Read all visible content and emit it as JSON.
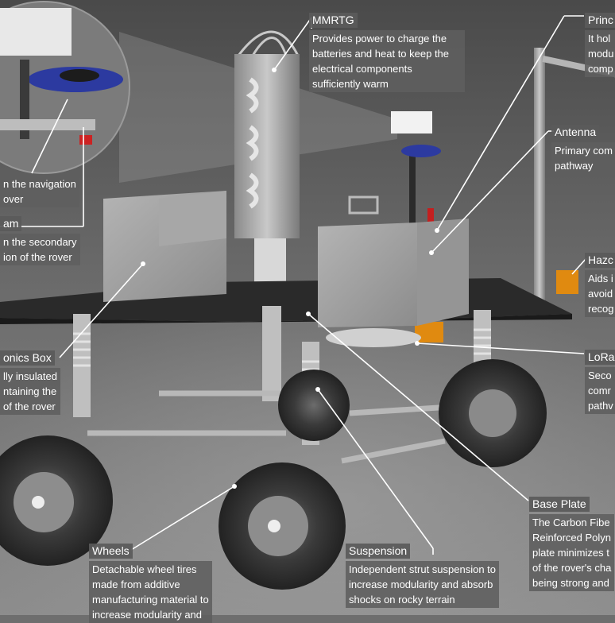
{
  "callouts": {
    "mmrtg": {
      "title": "MMRTG",
      "desc": "Provides power to charge the batteries and heat to keep the electrical components sufficiently warm"
    },
    "principal": {
      "title": "Princ",
      "desc": "It hol\nmodu\ncomp"
    },
    "navigation": {
      "desc": "n the navigation\nover"
    },
    "secondary_cam": {
      "title": "am",
      "desc": "n the secondary\nion of the rover"
    },
    "antenna": {
      "title": "Antenna",
      "desc": "Primary com\npathway"
    },
    "hazcam": {
      "title": "Hazc",
      "desc": "Aids i\navoid\nrecog"
    },
    "electronics_box": {
      "title": "onics Box",
      "desc": "lly insulated\nntaining the\nof the rover"
    },
    "lora": {
      "title": "LoRa",
      "desc": "Seco\ncomr\npathv"
    },
    "base_plate": {
      "title": "Base Plate",
      "desc": "The Carbon Fibe\nReinforced Polyn\nplate minimizes t\nof the rover's cha\nbeing strong and"
    },
    "wheels": {
      "title": "Wheels",
      "desc": "Detachable wheel tires\nmade from additive\nmanufacturing material to\nincrease modularity and"
    },
    "suspension": {
      "title": "Suspension",
      "desc": "Independent strut suspension to\nincrease modularity and absorb\nshocks on rocky terrain"
    }
  }
}
